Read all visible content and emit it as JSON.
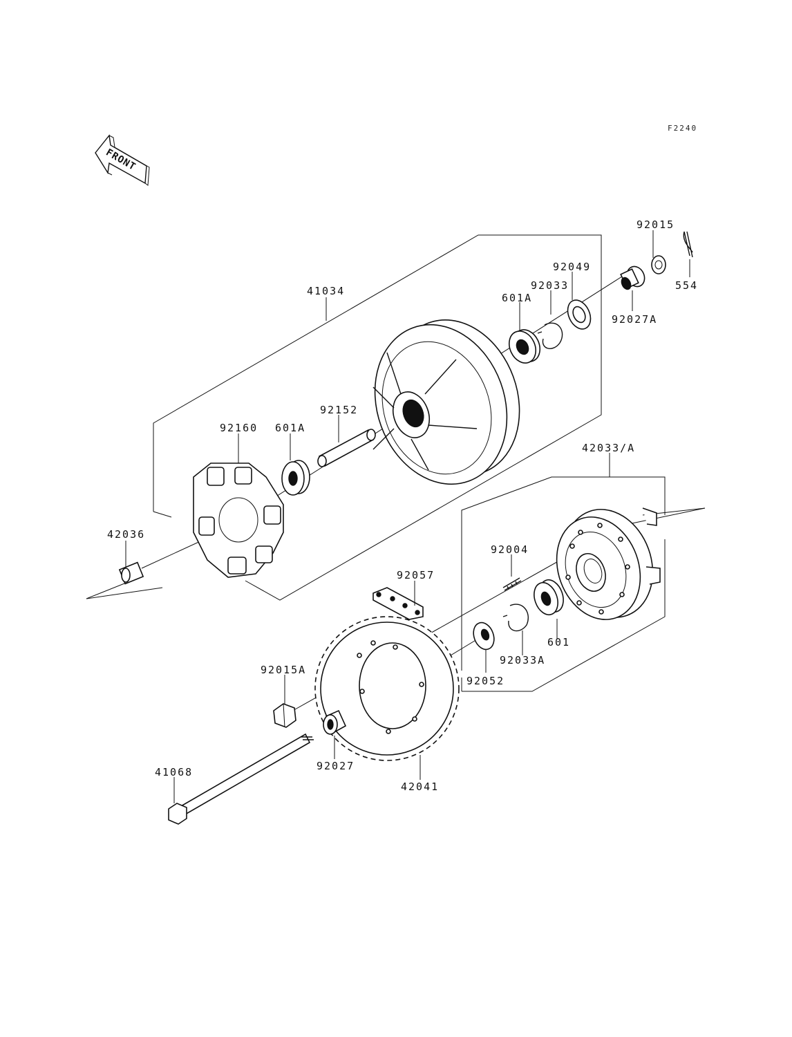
{
  "figure_code": "F2240",
  "front_label": "FRONT",
  "parts": {
    "p41034": "41034",
    "p92015": "92015",
    "p554": "554",
    "p92049": "92049",
    "p92033": "92033",
    "p601A_top": "601A",
    "p92027A": "92027A",
    "p92152": "92152",
    "p92160": "92160",
    "p601A_left": "601A",
    "p42033A": "42033/A",
    "p42036": "42036",
    "p92004": "92004",
    "p92057": "92057",
    "p92015A": "92015A",
    "p601": "601",
    "p92033A": "92033A",
    "p92052": "92052",
    "p92027": "92027",
    "p42041": "42041",
    "p41068": "41068"
  }
}
